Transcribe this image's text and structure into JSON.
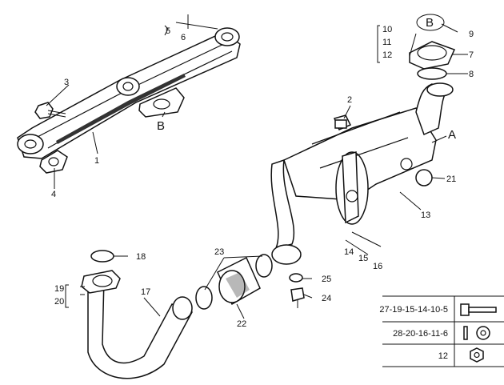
{
  "callouts": {
    "c1": "1",
    "c2": "2",
    "c3": "3",
    "c4": "4",
    "c5": "5",
    "c6": "6",
    "c7": "7",
    "c8": "8",
    "c9": "9",
    "c10": "10",
    "c11": "11",
    "c12": "12",
    "c13": "13",
    "c14": "14",
    "c15": "15",
    "c16": "16",
    "c17": "17",
    "c18": "18",
    "c19": "19",
    "c20": "20",
    "c21": "21",
    "c22": "22",
    "c23": "23",
    "c24": "24",
    "c25": "25"
  },
  "letters": {
    "a": "A",
    "b_manifold": "B",
    "b_circle": "B"
  },
  "legend": {
    "rows": [
      {
        "label": "27-19-15-14-10-5",
        "icon": "bolt-icon"
      },
      {
        "label": "28-20-16-11-6",
        "icon": "washer-icon"
      },
      {
        "label": "12",
        "icon": "nut-icon"
      }
    ]
  }
}
